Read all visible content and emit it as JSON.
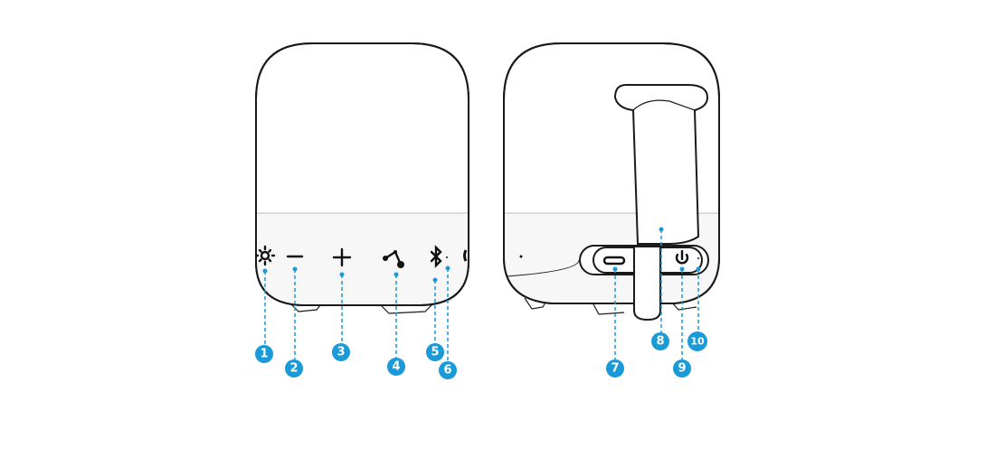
{
  "diagram": {
    "views": [
      "front",
      "back"
    ],
    "accent_color": "#1a9ad6",
    "callouts": [
      {
        "number": "1",
        "icon": "light-icon"
      },
      {
        "number": "2",
        "icon": "volume-down-icon"
      },
      {
        "number": "3",
        "icon": "volume-up-icon"
      },
      {
        "number": "4",
        "icon": "partycast-icon"
      },
      {
        "number": "5",
        "icon": "bluetooth-icon"
      },
      {
        "number": "6",
        "icon": "bluetooth-indicator-icon"
      },
      {
        "number": "7",
        "icon": "usb-c-port-icon"
      },
      {
        "number": "8",
        "icon": "strap-icon"
      },
      {
        "number": "9",
        "icon": "power-button-icon"
      },
      {
        "number": "10",
        "icon": "power-indicator-icon"
      }
    ]
  }
}
